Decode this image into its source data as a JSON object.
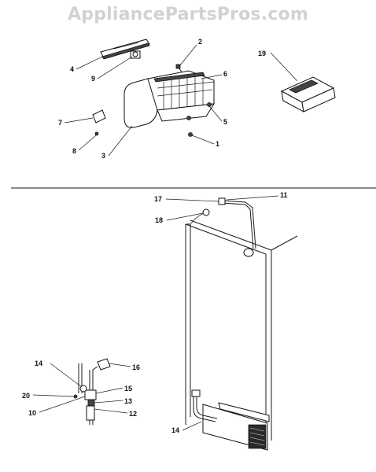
{
  "watermark": "AppliancePartsPros.com",
  "callouts": [
    "1",
    "2",
    "3",
    "4",
    "5",
    "6",
    "7",
    "8",
    "9",
    "10",
    "11",
    "12",
    "13",
    "14",
    "15",
    "16",
    "17",
    "18",
    "19",
    "20"
  ],
  "callout_14b": "14"
}
